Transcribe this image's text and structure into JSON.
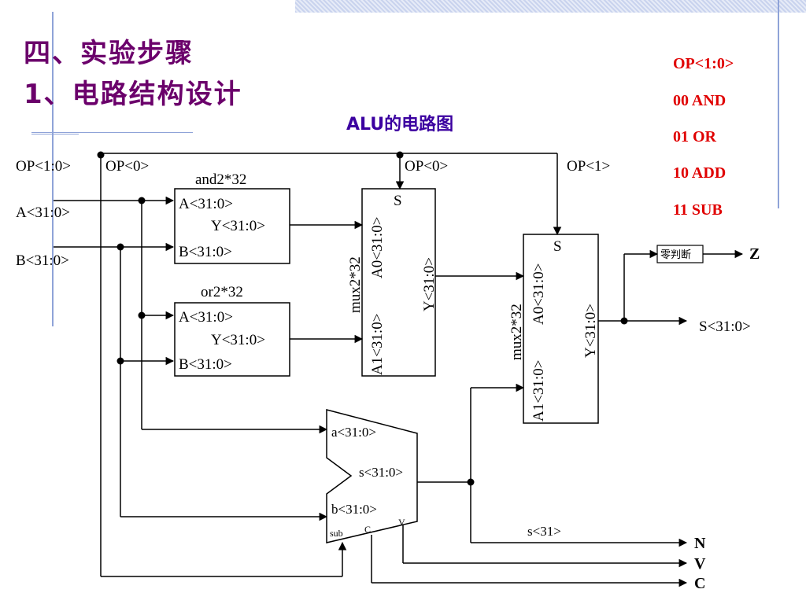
{
  "slide": {
    "heading_line1": "四、实验步骤",
    "heading_line2": "1、电路结构设计",
    "diagram_title": "ALU的电路图"
  },
  "legend": {
    "header": "OP<1:0>",
    "rows": [
      "00 AND",
      "01 OR",
      "10 ADD",
      "11 SUB"
    ]
  },
  "inputs": {
    "op_bus": "OP<1:0>",
    "op0_left": "OP<0>",
    "op0_mid": "OP<0>",
    "op1": "OP<1>",
    "a": "A<31:0>",
    "b": "B<31:0>"
  },
  "and_block": {
    "name": "and2*32",
    "a": "A<31:0>",
    "y": "Y<31:0>",
    "b": "B<31:0>"
  },
  "or_block": {
    "name": "or2*32",
    "a": "A<31:0>",
    "y": "Y<31:0>",
    "b": "B<31:0>"
  },
  "mux1": {
    "name": "mux2*32",
    "a0": "A0<31:0>",
    "a1": "A1<31:0>",
    "y": "Y<31:0>",
    "s": "S"
  },
  "mux2": {
    "name": "mux2*32",
    "a0": "A0<31:0>",
    "a1": "A1<31:0>",
    "y": "Y<31:0>",
    "s": "S"
  },
  "adder": {
    "a": "a<31:0>",
    "s": "s<31:0>",
    "b": "b<31:0>",
    "sub": "sub",
    "c": "C",
    "v": "V"
  },
  "zero": {
    "name": "零判断"
  },
  "outputs": {
    "z": "Z",
    "s": "S<31:0>",
    "s31": "s<31>",
    "n": "N",
    "v": "V",
    "c": "C"
  },
  "colors": {
    "heading": "#6b006b",
    "diagram_title": "#3b00a0",
    "legend": "#e00000",
    "wire": "#000000"
  }
}
